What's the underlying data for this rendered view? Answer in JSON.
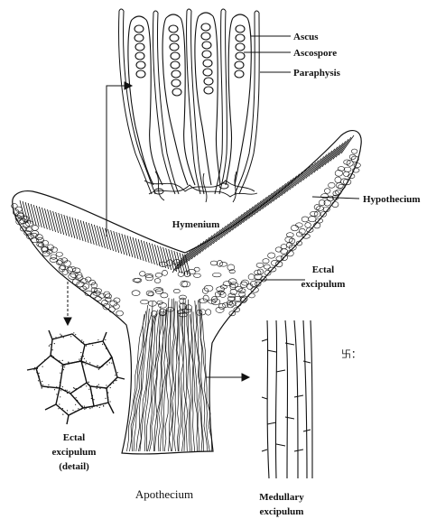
{
  "labels": {
    "ascus": "Ascus",
    "ascospore": "Ascospore",
    "paraphysis": "Paraphysis",
    "hymenium": "Hymenium",
    "hypothecium": "Hypothecium",
    "ectal_excipulum_1": "Ectal",
    "ectal_excipulum_2": "excipulum",
    "detail_1": "Ectal",
    "detail_2": "excipulum",
    "detail_3": "(detail)",
    "apothecium": "Apothecium",
    "medullary_1": "Medullary",
    "medullary_2": "excipulum",
    "mark": "卐："
  },
  "colors": {
    "ink": "#111111",
    "background": "#ffffff"
  }
}
